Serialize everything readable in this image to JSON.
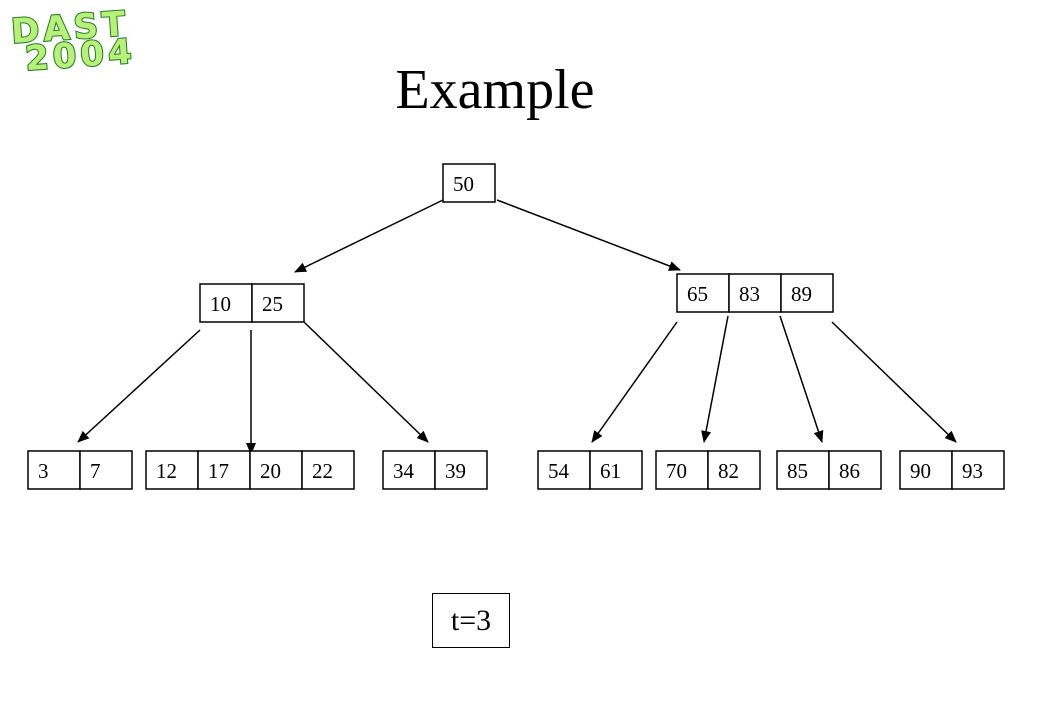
{
  "logo": {
    "line1": "DAST",
    "line2": "2004"
  },
  "title": "Example",
  "tree": {
    "nodes": [
      {
        "id": "root",
        "keys": [
          "50"
        ]
      },
      {
        "id": "n1",
        "keys": [
          "10",
          "25"
        ]
      },
      {
        "id": "n2",
        "keys": [
          "65",
          "83",
          "89"
        ]
      },
      {
        "id": "l1",
        "keys": [
          "3",
          "7"
        ]
      },
      {
        "id": "l2",
        "keys": [
          "12",
          "17",
          "20",
          "22"
        ]
      },
      {
        "id": "l3",
        "keys": [
          "34",
          "39"
        ]
      },
      {
        "id": "l4",
        "keys": [
          "54",
          "61"
        ]
      },
      {
        "id": "l5",
        "keys": [
          "70",
          "82"
        ]
      },
      {
        "id": "l6",
        "keys": [
          "85",
          "86"
        ]
      },
      {
        "id": "l7",
        "keys": [
          "90",
          "93"
        ]
      }
    ],
    "edges": [
      [
        "root",
        "n1"
      ],
      [
        "root",
        "n2"
      ],
      [
        "n1",
        "l1"
      ],
      [
        "n1",
        "l2"
      ],
      [
        "n1",
        "l3"
      ],
      [
        "n2",
        "l4"
      ],
      [
        "n2",
        "l5"
      ],
      [
        "n2",
        "l6"
      ],
      [
        "n2",
        "l7"
      ]
    ]
  },
  "param_label": "t=3"
}
